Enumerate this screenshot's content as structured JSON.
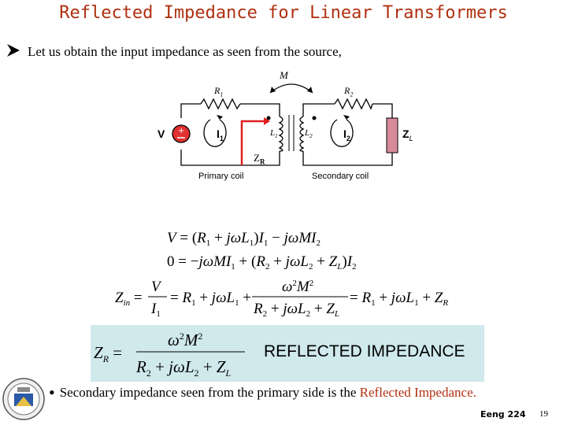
{
  "title": "Reflected Impedance for Linear Transformers",
  "intro_text": "Let us obtain the input impedance as seen from the source,",
  "circuit": {
    "mutual_label": "M",
    "r1": "R",
    "r1_sub": "1",
    "r2": "R",
    "r2_sub": "2",
    "source_label": "V",
    "i1": "I",
    "i1_sub": "1",
    "i2": "I",
    "i2_sub": "2",
    "l1": "L",
    "l1_sub": "1",
    "l2": "L",
    "l2_sub": "2",
    "load_label": "Z",
    "load_sub": "L",
    "zr_marker": "Z",
    "zr_marker_sub": "R",
    "primary_label": "Primary coil",
    "secondary_label": "Secondary coil"
  },
  "reflected_impedance_label": "REFLECTED IMPEDANCE",
  "bottom_text_before": "Secondary impedance seen from the primary side is the ",
  "bottom_text_highlight": "Reflected Impedance.",
  "footer": {
    "course": "Eeng 224",
    "page": "19"
  },
  "colors": {
    "title": "#b03010",
    "highlight": "#b03010",
    "equation_box": "#cfe9ec",
    "zr_marker": "#e02020",
    "load_fill": "#d98a9a"
  }
}
